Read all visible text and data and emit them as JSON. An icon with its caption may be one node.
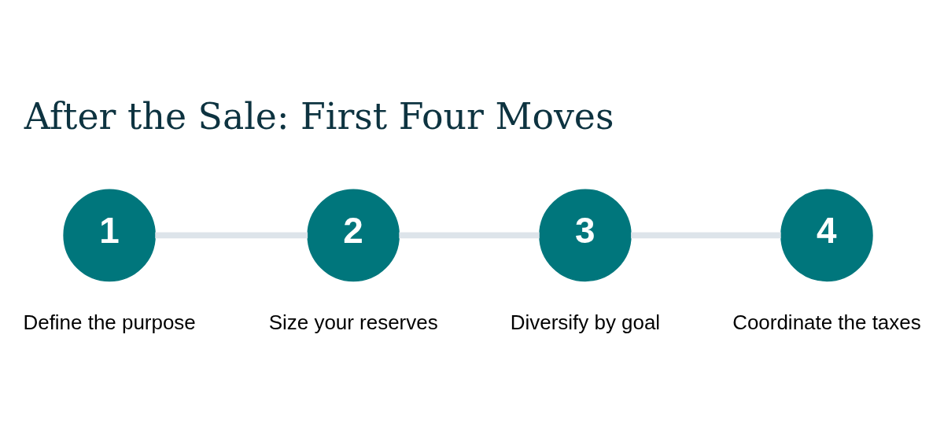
{
  "diagram": {
    "title": "After the Sale: First Four Moves",
    "nodes": [
      {
        "text": [
          "1"
        ],
        "beside": [
          "Define the purpose"
        ]
      },
      {
        "text": [
          "2"
        ],
        "beside": [
          "Size your reserves"
        ]
      },
      {
        "text": [
          "3"
        ],
        "beside": [
          "Diversify by goal"
        ]
      },
      {
        "text": [
          "4"
        ],
        "beside": [
          "Coordinate the taxes"
        ]
      }
    ],
    "edges": [
      {
        "from": 0,
        "to": 1,
        "arrow": "none"
      },
      {
        "from": 1,
        "to": 2,
        "arrow": "none"
      },
      {
        "from": 2,
        "to": 3,
        "arrow": "none"
      }
    ]
  }
}
